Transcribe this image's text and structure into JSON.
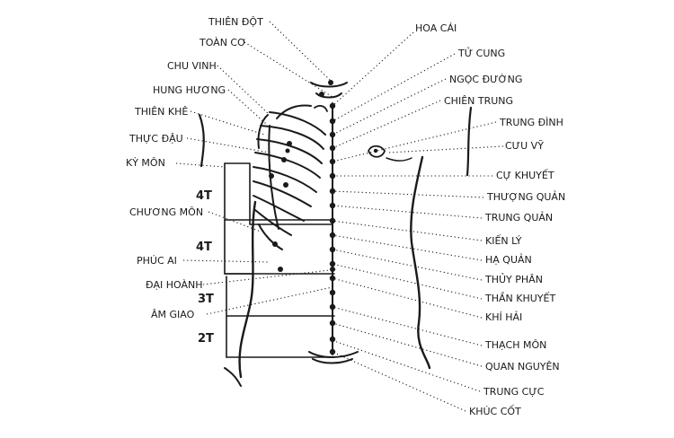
{
  "labels_left": [
    "THIÊN ĐỘT",
    "TOÀN CƠ",
    "CHU VINH",
    "HUNG HƯƠNG",
    "THIÊN KHÊ",
    "THỰC ĐẬU",
    "KỲ MÔN",
    "CHƯƠNG MÔN",
    "PHÚC AI",
    "ĐẠI HOÀNH",
    "ÂM GIAO"
  ],
  "labels_right": [
    "HOA CÁI",
    "TỬ CUNG",
    "NGỌC ĐƯỜNG",
    "CHIÊN TRUNG",
    "TRUNG ĐÌNH",
    "CƯU VỸ",
    "CỰ KHUYẾT",
    "THƯỢNG QUẢN",
    "TRUNG QUẢN",
    "KIẾN LÝ",
    "HẠ QUẢN",
    "THỦY PHÂN",
    "THẦN KHUYẾT",
    "KHÍ HẢI",
    "THẠCH MÔN",
    "QUAN NGUYÊN",
    "TRUNG CỰC",
    "KHÚC CỐT"
  ],
  "segment_marks": [
    "4T",
    "4T",
    "3T",
    "2T"
  ]
}
